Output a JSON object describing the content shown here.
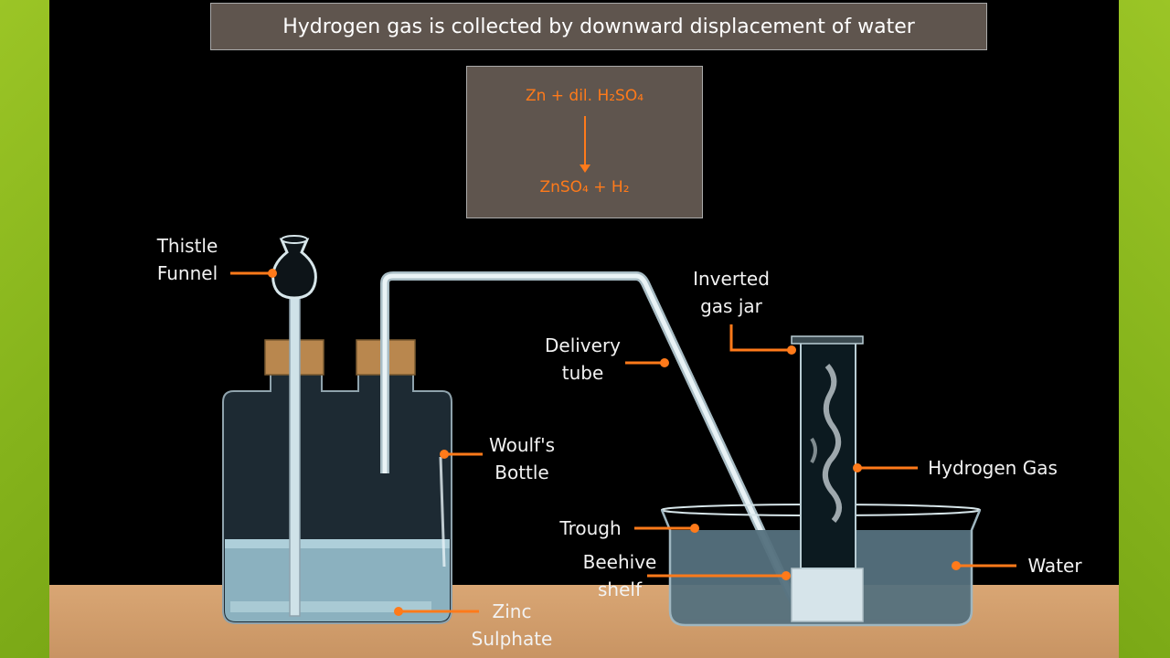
{
  "title": "Hydrogen gas is collected by downward displacement of water",
  "equation": {
    "reactants": "Zn + dil. H₂SO₄",
    "products": "ZnSO₄ + H₂"
  },
  "labels": {
    "thistle_funnel_1": "Thistle",
    "thistle_funnel_2": "Funnel",
    "inverted_gas_jar_1": "Inverted",
    "inverted_gas_jar_2": "gas jar",
    "delivery_tube_1": "Delivery",
    "delivery_tube_2": "tube",
    "woulfs_bottle_1": "Woulf's",
    "woulfs_bottle_2": "Bottle",
    "hydrogen_gas": "Hydrogen Gas",
    "trough": "Trough",
    "beehive_shelf_1": "Beehive",
    "beehive_shelf_2": "shelf",
    "water": "Water",
    "zinc_sulphate_1": "Zinc",
    "zinc_sulphate_2": "Sulphate"
  },
  "colors": {
    "accent": "#ff7a1a",
    "background": "#000000",
    "side_panel": "#8dbb1e",
    "box_fill": "#5f554e",
    "table": "#d9a674",
    "liquid": "#9fc9d8"
  }
}
